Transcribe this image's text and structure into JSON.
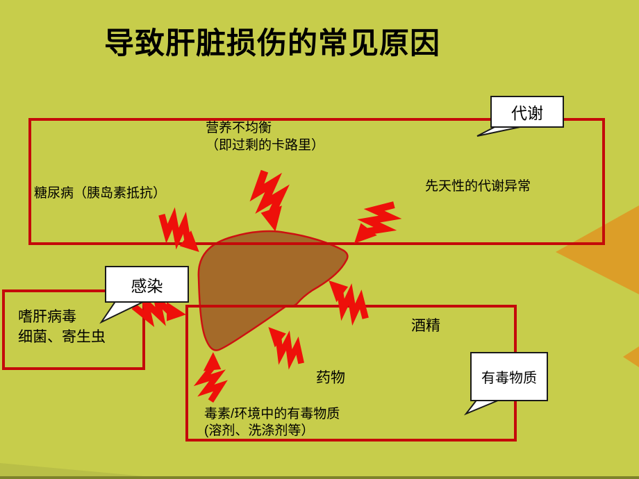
{
  "slide": {
    "title": "导致肝脏损伤的常见原因"
  },
  "callouts": {
    "metabolism": "代谢",
    "infection": "感染",
    "toxic_substances": "有毒物质"
  },
  "causes": {
    "nutrition": {
      "line1": "营养不均衡",
      "line2": "（即过剩的卡路里）"
    },
    "diabetes": {
      "line1": "糖尿病（胰岛素抵抗）"
    },
    "congenital": {
      "line1": "先天性的代谢异常"
    },
    "infection_agents": {
      "line1": "嗜肝病毒",
      "line2": "细菌、寄生虫"
    },
    "alcohol": {
      "line1": "酒精"
    },
    "drugs": {
      "line1": "药物"
    },
    "toxins": {
      "line1": "毒素/环境中的有毒物质",
      "line2": "(溶剂、洗涤剂等）"
    }
  },
  "icons": {
    "lightning_bolt": "red zigzag arrow pointing at liver",
    "liver": "brown liver silhouette",
    "speech_bubble": "white rectangular callout with pointer tail"
  },
  "colors": {
    "background": "#c7cd4b",
    "box_border_red": "#c40a0a",
    "bolt_red": "#ee100a",
    "liver_brown": "#a46a29",
    "liver_outline": "#cc1111",
    "accent_orange": "#dc9e28",
    "band_olive": "#b9bf47",
    "strip_dark": "#7e832b",
    "callout_bg": "#ffffff",
    "text": "#000000"
  }
}
